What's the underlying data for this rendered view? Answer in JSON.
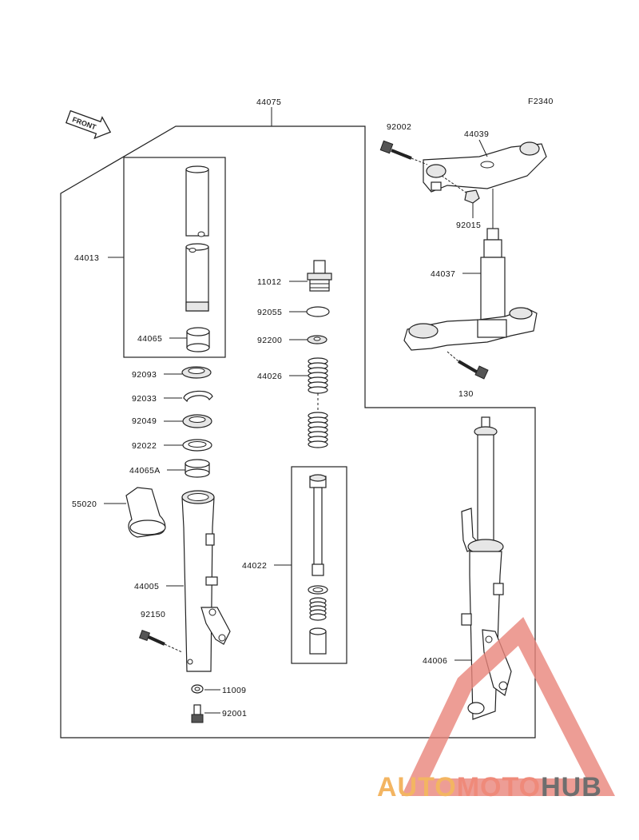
{
  "figure_code": "F2340",
  "front_arrow_text": "FRONT",
  "labels": {
    "p44075": "44075",
    "p92002": "92002",
    "p44039": "44039",
    "p92015": "92015",
    "p44037": "44037",
    "p130": "130",
    "p44013": "44013",
    "p44065": "44065",
    "p11012": "11012",
    "p92055": "92055",
    "p92200": "92200",
    "p44026": "44026",
    "p92093": "92093",
    "p92033": "92033",
    "p92049": "92049",
    "p92022": "92022",
    "p44065A": "44065A",
    "p55020": "55020",
    "p44022": "44022",
    "p44005": "44005",
    "p92150": "92150",
    "p44006": "44006",
    "p11009": "11009",
    "p92001": "92001"
  },
  "watermark": {
    "part1": "AUTO",
    "part2": "MOTO",
    "part3": "HUB",
    "colors": {
      "auto": "#f3b562",
      "moto": "#ef8a7a",
      "hub": "#6e6e6e",
      "triangle": "#e9847a"
    }
  }
}
